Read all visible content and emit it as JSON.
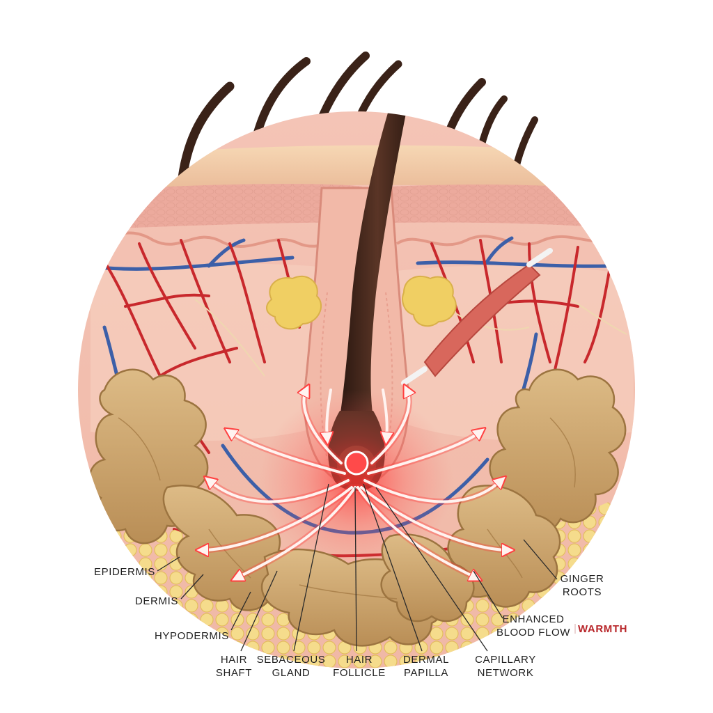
{
  "labels": {
    "epidermis": "EPIDERMIS",
    "dermis": "DERMIS",
    "hypodermis": "HYPODERMIS",
    "hair_shaft": [
      "HAIR",
      "SHAFT"
    ],
    "sebaceous_gland": [
      "SEBACEOUS",
      "GLAND"
    ],
    "hair_follicle": [
      "HAIR",
      "FOLLICLE"
    ],
    "dermal_papilla": [
      "DERMAL",
      "PAPILLA"
    ],
    "capillary_network": [
      "CAPILLARY",
      "NETWORK"
    ],
    "ginger_roots": [
      "GINGER",
      "ROOTS"
    ],
    "enhanced_blood_flow": [
      "ENHANCED",
      "BLOOD FLOW"
    ],
    "warmth": "WARMTH"
  },
  "colors": {
    "skin_surface": "#f2c9a1",
    "epidermis": "#f0b3a8",
    "dermis": "#f6cdbf",
    "artery": "#c8282c",
    "vein": "#3c5fa8",
    "hair": "#3a2218",
    "gland": "#f0cf63",
    "ginger": "#cfa872",
    "fat": "#f3d98a",
    "glow": "#ff3b3b",
    "warmth_text": "#b8262a"
  }
}
